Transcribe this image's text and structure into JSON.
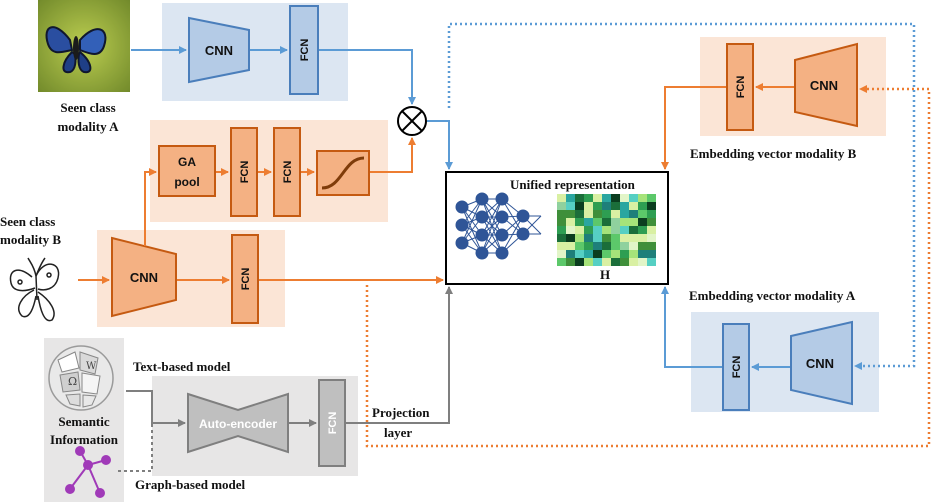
{
  "labels": {
    "seen_a": [
      "Seen class",
      "modality  A"
    ],
    "seen_b": [
      "Seen class",
      "modality  B"
    ],
    "semantic": [
      "Semantic",
      "Information"
    ],
    "text_model": "Text-based model",
    "graph_model": "Graph-based  model",
    "projection": [
      "Projection",
      "layer"
    ],
    "unified": "Unified  representation",
    "h": "H",
    "emb_b": "Embedding  vector modality  B",
    "emb_a": "Embedding  vector modality  A"
  },
  "blocks": {
    "cnn": "CNN",
    "fcn": "FCN",
    "ga_pool": [
      "GA",
      "pool"
    ],
    "autoencoder": "Auto-encoder"
  },
  "colors": {
    "blue_bg": "#dce6f2",
    "blue_fill": "#b4cbe6",
    "blue_stroke": "#4a7ebb",
    "blue_line": "#5b9bd5",
    "orange_bg": "#fbe5d6",
    "orange_fill": "#f4b183",
    "orange_stroke": "#c55a11",
    "orange_line": "#ed7d31",
    "gray_bg": "#e7e6e6",
    "gray_fill": "#bfbfbf",
    "gray_stroke": "#7f7f7f",
    "node_blue": "#2f5597"
  }
}
